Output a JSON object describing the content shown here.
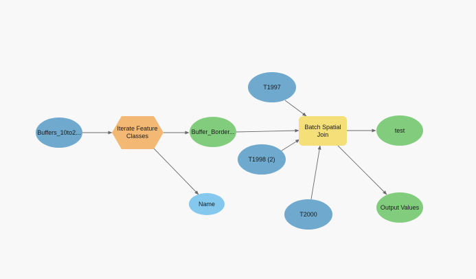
{
  "colors": {
    "input_data": "#6fa9cd",
    "derived_data": "#82cd7d",
    "iterator": "#f3b874",
    "tool": "#f4df78",
    "variable": "#85c8ee",
    "connector": "#6a6a6a"
  },
  "nodes": {
    "buffers": {
      "label": "Buffers_10to2..."
    },
    "iterate": {
      "label_line1": "Iterate Feature",
      "label_line2": "Classes"
    },
    "buffer_border": {
      "label": "Buffer_Border..."
    },
    "name": {
      "label": "Name"
    },
    "t1997": {
      "label": "T1997"
    },
    "t1998": {
      "label": "T1998 (2)"
    },
    "t2000": {
      "label": "T2000"
    },
    "batch": {
      "label_line1": "Batch Spatial",
      "label_line2": "Join"
    },
    "test": {
      "label": "test"
    },
    "output_values": {
      "label": "Output Values"
    }
  }
}
